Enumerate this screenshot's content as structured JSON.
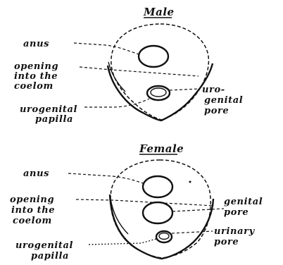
{
  "male": {
    "title": "Male",
    "labels": {
      "anus": "anus",
      "opening_1": "opening",
      "opening_2": "into the",
      "opening_3": "coelom",
      "urogenital_papilla_1": "urogenital",
      "urogenital_papilla_2": "papilla",
      "urogenital_pore_1": "uro-",
      "urogenital_pore_2": "genital",
      "urogenital_pore_3": "pore"
    }
  },
  "female": {
    "title": "Female",
    "labels": {
      "anus": "anus",
      "opening_1": "opening",
      "opening_2": "into the",
      "opening_3": "coelom",
      "genital_pore_1": "genital",
      "genital_pore_2": "pore",
      "urinary_pore_1": "urinary",
      "urinary_pore_2": "pore",
      "urogenital_papilla_1": "urogenital",
      "urogenital_papilla_2": "papilla"
    }
  }
}
